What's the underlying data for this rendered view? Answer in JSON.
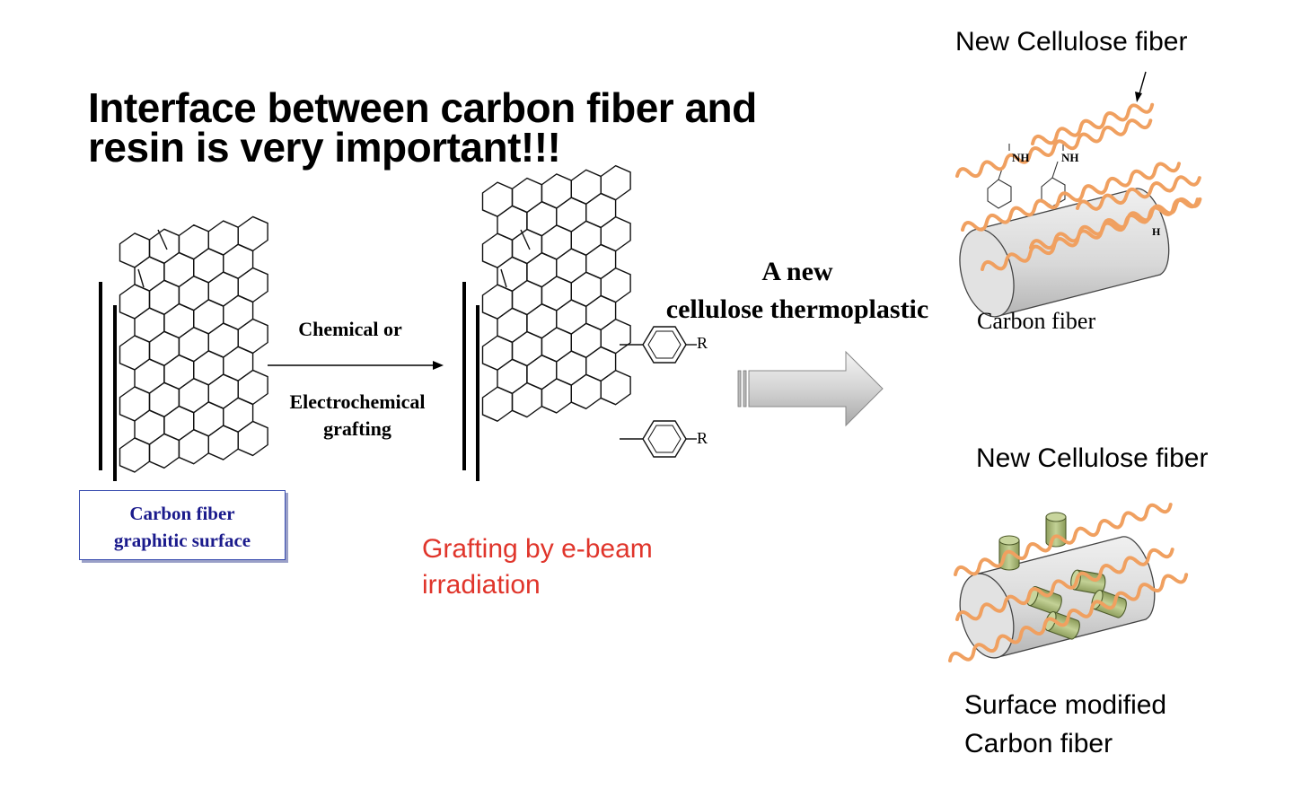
{
  "headline": {
    "line1": "Interface between carbon fiber and",
    "line2": "resin is very important!!!"
  },
  "left_diagram": {
    "caption_line1": "Carbon fiber",
    "caption_line2": "graphitic surface"
  },
  "reaction": {
    "above_arrow": "Chemical or",
    "below_arrow_line1": "Electrochemical",
    "below_arrow_line2": "grafting"
  },
  "middle_diagram": {
    "substituent_label": "R",
    "red_caption_line1": "Grafting by e-beam",
    "red_caption_line2": "irradiation"
  },
  "big_arrow": {
    "label_line1": "A new",
    "label_line2": "cellulose thermoplastic"
  },
  "top_right": {
    "fiber_label": "New Cellulose fiber",
    "carbon_label": "Carbon fiber",
    "nh_label": "NH",
    "h_label": "H"
  },
  "bottom_right": {
    "fiber_label": "New Cellulose fiber",
    "surface_label_line1": "Surface modified",
    "surface_label_line2": "Carbon fiber"
  },
  "colors": {
    "cellulose": "#f0a060",
    "caption_text": "#1a1a8c",
    "red_caption": "#e0352b",
    "graft_cylinder": "#a9b87a"
  }
}
